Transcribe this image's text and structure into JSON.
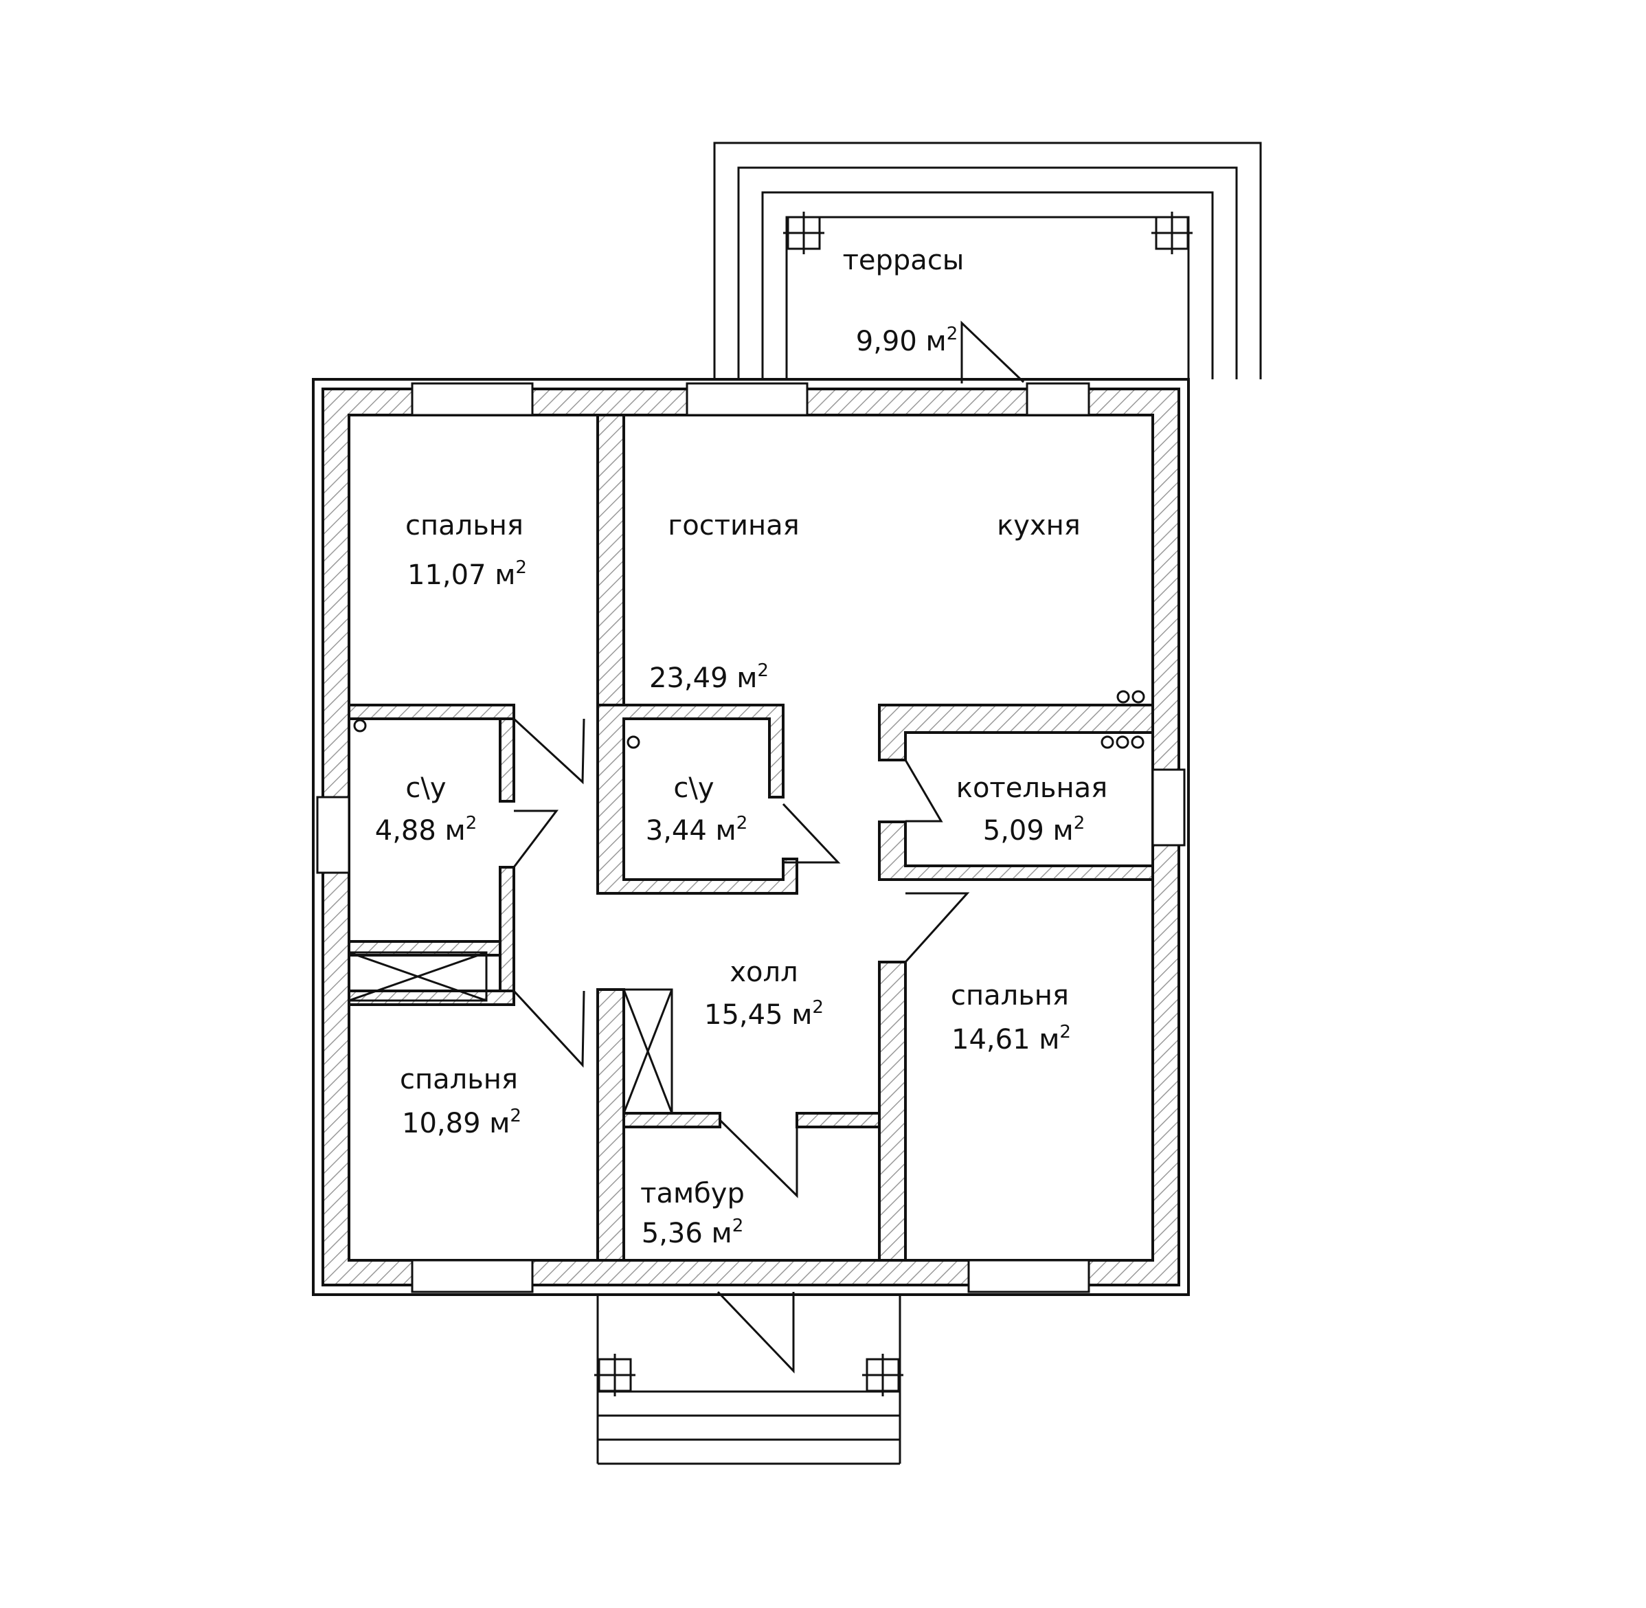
{
  "rooms": {
    "terrace": {
      "name": "террасы",
      "area": "9,90 м"
    },
    "bedroom_nw": {
      "name": "спальня",
      "area": "11,07 м"
    },
    "living": {
      "name": "гостиная",
      "area": "23,49 м"
    },
    "kitchen": {
      "name": "кухня"
    },
    "bath_w": {
      "name": "с\\у",
      "area": "4,88 м"
    },
    "bath_c": {
      "name": "с\\у",
      "area": "3,44 м"
    },
    "boiler": {
      "name": "котельная",
      "area": "5,09 м"
    },
    "hall": {
      "name": "холл",
      "area": "15,45 м"
    },
    "bedroom_e": {
      "name": "спальня",
      "area": "14,61 м"
    },
    "bedroom_sw": {
      "name": "спальня",
      "area": "10,89 м"
    },
    "vestibule": {
      "name": "тамбур",
      "area": "5,36 м"
    }
  },
  "unit_exponent": "2"
}
